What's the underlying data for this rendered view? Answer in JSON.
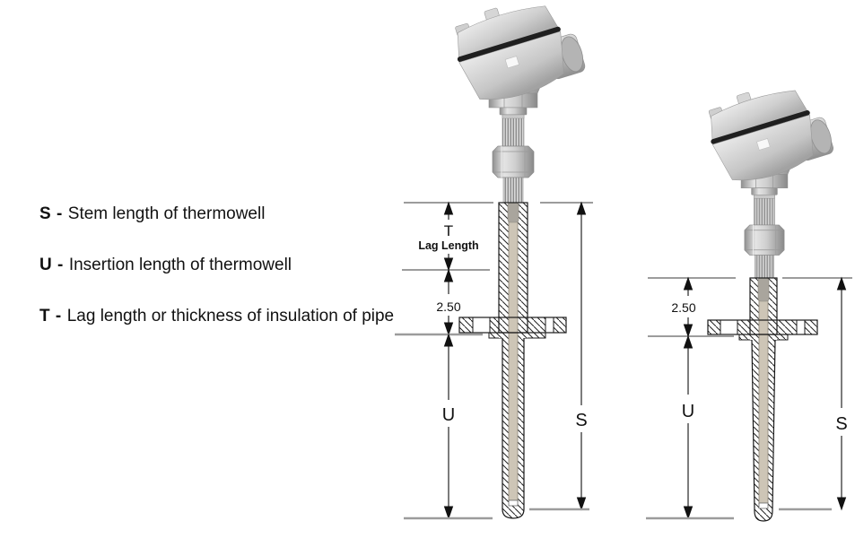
{
  "legend": {
    "items": [
      {
        "term": "S -",
        "definition": "Stem length of thermowell"
      },
      {
        "term": "U -",
        "definition": "Insertion length of thermowell"
      },
      {
        "term": "T -",
        "definition": "Lag length or thickness of insulation of pipe"
      }
    ]
  },
  "left_assembly": {
    "labels": {
      "t": "T",
      "lag": "Lag Length",
      "lag_thickness": "2.50",
      "u": "U",
      "s": "S"
    }
  },
  "right_assembly": {
    "labels": {
      "lag_thickness": "2.50",
      "u": "U",
      "s": "S"
    }
  },
  "colors": {
    "outline": "#1a1a1a",
    "dimension_line": "#3a3a3a",
    "extension_line_gray": "#9c9c9c",
    "metal_light": "#e8e8e8",
    "metal_dark": "#8d8d8d",
    "gasket_black": "#1f1f1f",
    "bore_fill": "#cdc5b6",
    "background": "#ffffff"
  }
}
